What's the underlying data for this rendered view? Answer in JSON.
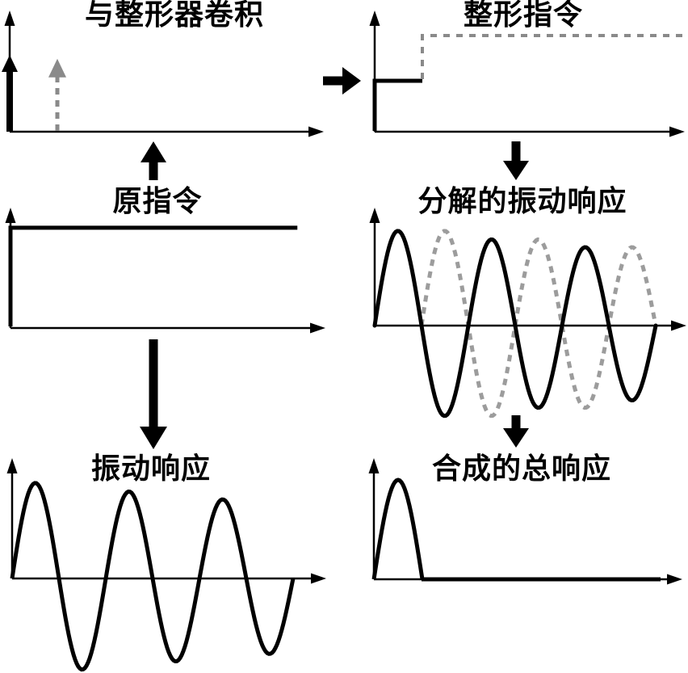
{
  "figure": {
    "background": "#ffffff",
    "ink_color": "#000000",
    "gray_color": "#8a8a8a",
    "gray_light_color": "#9c9c9c"
  },
  "panels": {
    "convolve": {
      "title": "与整形器卷积"
    },
    "shaped_command": {
      "title": "整形指令"
    },
    "original_command": {
      "title": "原指令"
    },
    "decomposed_response": {
      "title": "分解的振动响应"
    },
    "vibration_response": {
      "title": "振动响应"
    },
    "total_response": {
      "title": "合成的总响应"
    }
  },
  "flow_arrows": [
    {
      "id": "original-to-convolve",
      "direction": "up"
    },
    {
      "id": "convolve-to-shaped",
      "direction": "right"
    },
    {
      "id": "shaped-to-decomposed",
      "direction": "down"
    },
    {
      "id": "original-to-vibration",
      "direction": "down"
    },
    {
      "id": "decomposed-to-total",
      "direction": "down"
    }
  ],
  "chart_data": [
    {
      "id": "convolve",
      "type": "line",
      "title": "与整形器卷积",
      "x_unit": "vibration periods",
      "grid": false,
      "axis_ticks": false,
      "series": [
        {
          "name": "impulse-1",
          "kind": "impulse",
          "style": "solid-black",
          "t": 0,
          "amplitude": 1.0
        },
        {
          "name": "impulse-2",
          "kind": "impulse",
          "style": "dashed-gray",
          "t": 0.5,
          "amplitude": 0.95
        }
      ]
    },
    {
      "id": "shaped_command",
      "type": "line",
      "title": "整形指令",
      "x_unit": "vibration periods",
      "grid": false,
      "axis_ticks": false,
      "series": [
        {
          "name": "first-step",
          "kind": "step",
          "style": "solid-black",
          "level": 0.45,
          "t_start": 0,
          "t_end": 0.5
        },
        {
          "name": "second-step",
          "kind": "step",
          "style": "dashed-gray",
          "level": 0.85,
          "t_start": 0.5,
          "t_end": 3.3
        }
      ]
    },
    {
      "id": "original_command",
      "type": "line",
      "title": "原指令",
      "x_unit": "vibration periods",
      "grid": false,
      "axis_ticks": false,
      "series": [
        {
          "name": "step",
          "kind": "step",
          "style": "solid-black",
          "level": 0.85,
          "t_start": 0,
          "t_end": 2.45
        }
      ]
    },
    {
      "id": "decomposed_response",
      "type": "line",
      "title": "分解的振动响应",
      "x_unit": "vibration periods",
      "grid": false,
      "axis_ticks": false,
      "series": [
        {
          "name": "response-to-impulse-1",
          "kind": "damped-sine",
          "style": "solid-black",
          "start": 0,
          "cycles": 3,
          "amplitude": 1.0,
          "period": 1,
          "decay_per_period": 0.91
        },
        {
          "name": "response-to-impulse-2",
          "kind": "damped-sine",
          "style": "dashed-gray",
          "start": 0.5,
          "cycles": 2.5,
          "amplitude": 1.0,
          "period": 1,
          "decay_per_period": 0.91
        }
      ]
    },
    {
      "id": "vibration_response",
      "type": "line",
      "title": "振动响应",
      "x_unit": "vibration periods",
      "grid": false,
      "axis_ticks": false,
      "series": [
        {
          "name": "oscillation",
          "kind": "damped-sine",
          "style": "solid-black",
          "start": 0,
          "cycles": 3,
          "amplitude": 1.0,
          "period": 1,
          "decay_per_period": 0.91
        }
      ]
    },
    {
      "id": "total_response",
      "type": "line",
      "title": "合成的总响应",
      "x_unit": "vibration periods",
      "grid": false,
      "axis_ticks": false,
      "series": [
        {
          "name": "sum",
          "kind": "half-sine-pulse-then-zero",
          "style": "solid-black",
          "start": 0,
          "cycles": 0.5,
          "amplitude": 1.0,
          "period": 1,
          "zero_until": 3
        }
      ]
    }
  ]
}
